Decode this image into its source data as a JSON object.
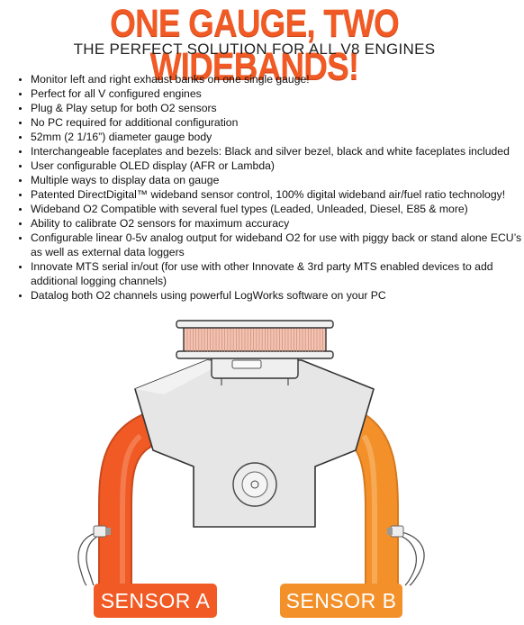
{
  "headline": "ONE GAUGE, TWO WIDEBANDS!",
  "subheadline": "THE PERFECT SOLUTION FOR ALL V8 ENGINES",
  "features": [
    "Monitor left and right exhaust banks on one single gauge!",
    "Perfect for all V configured engines",
    "Plug & Play setup for both O2 sensors",
    "No PC required for additional configuration",
    "52mm (2 1/16”) diameter gauge body",
    "Interchangeable faceplates and bezels: Black and silver bezel, black and white faceplates included",
    "User configurable OLED display (AFR or Lambda)",
    "Multiple ways to display data on gauge",
    "Patented DirectDigital™ wideband sensor control, 100% digital wideband air/fuel ratio technology!",
    "Wideband O2 Compatible with several fuel types (Leaded, Unleaded, Diesel, E85 & more)",
    "Ability to calibrate O2 sensors for maximum accuracy",
    "Configurable linear 0-5v analog output for wideband O2 for use with piggy back or stand alone ECU’s as well as external data loggers",
    "Innovate MTS serial in/out (for use with other Innovate & 3rd party MTS enabled devices to add additional logging channels)",
    "Datalog both O2 channels using powerful LogWorks software on your PC"
  ],
  "sensors": {
    "a_label": "SENSOR A",
    "b_label": "SENSOR B"
  },
  "colors": {
    "headline": "#f15a24",
    "sensor_a": "#f15a24",
    "sensor_b": "#f3902a",
    "engine": "#e6e6e6",
    "air_filter": "#f7c3b0"
  }
}
